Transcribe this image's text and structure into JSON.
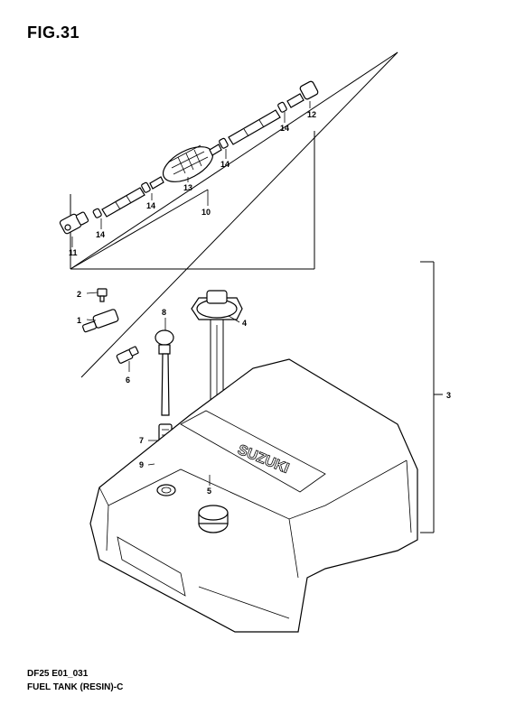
{
  "figure": {
    "title": "FIG.31",
    "code": "DF25 E01_031",
    "name": "FUEL TANK (RESIN)-C"
  },
  "callouts": [
    {
      "id": "c1",
      "label": "1"
    },
    {
      "id": "c2",
      "label": "2"
    },
    {
      "id": "c3",
      "label": "3"
    },
    {
      "id": "c4",
      "label": "4"
    },
    {
      "id": "c5",
      "label": "5"
    },
    {
      "id": "c6",
      "label": "6"
    },
    {
      "id": "c7",
      "label": "7"
    },
    {
      "id": "c8",
      "label": "8"
    },
    {
      "id": "c9",
      "label": "9"
    },
    {
      "id": "c10",
      "label": "10"
    },
    {
      "id": "c11",
      "label": "11"
    },
    {
      "id": "c12",
      "label": "12"
    },
    {
      "id": "c13",
      "label": "13"
    },
    {
      "id": "c14a",
      "label": "14"
    },
    {
      "id": "c14b",
      "label": "14"
    },
    {
      "id": "c14c",
      "label": "14"
    },
    {
      "id": "c14d",
      "label": "14"
    }
  ],
  "tank_emboss": "SUZUKI"
}
